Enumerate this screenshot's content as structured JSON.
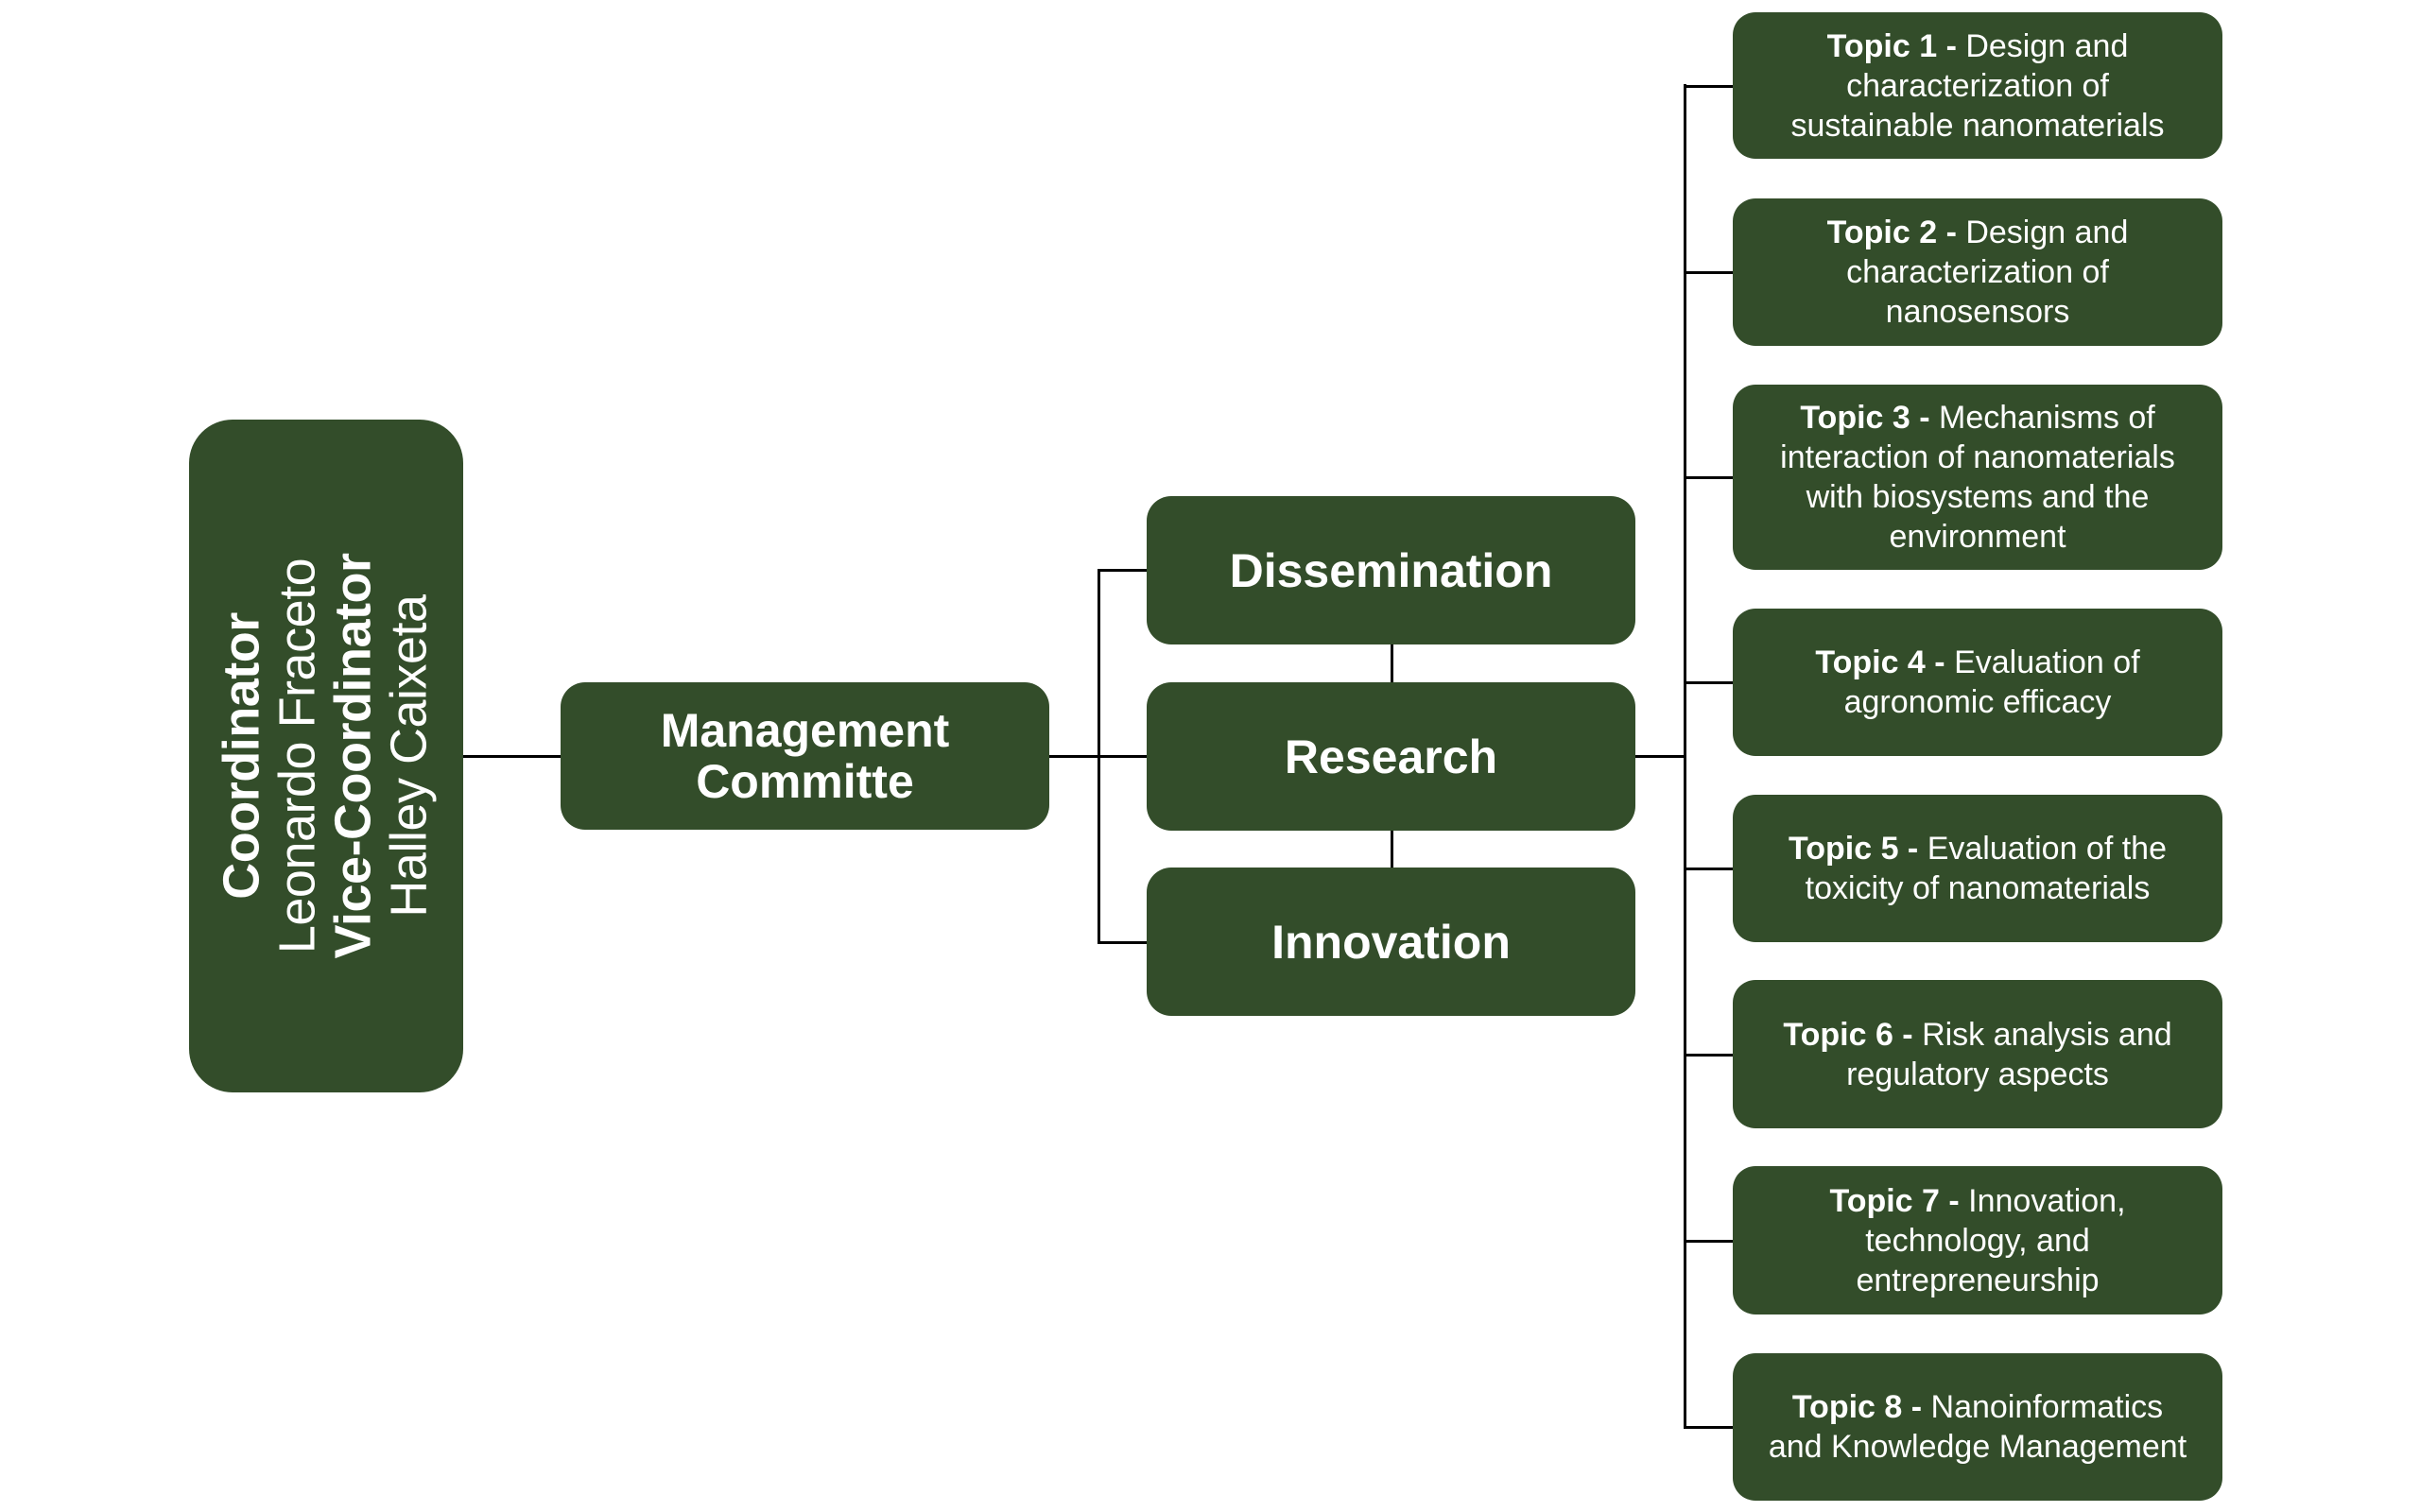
{
  "coordinator": {
    "coordinator_title": "Coordinator",
    "coordinator_name": "Leonardo Fraceto",
    "vice_title": "Vice-Coordinator",
    "vice_name": "Halley Caixeta"
  },
  "management": {
    "line1": "Management",
    "line2": "Committe"
  },
  "areas": [
    {
      "label": "Dissemination"
    },
    {
      "label": "Research"
    },
    {
      "label": "Innovation"
    }
  ],
  "topics": [
    {
      "number": "Topic 1 -",
      "lines": [
        "Design and",
        "characterization of",
        "sustainable nanomaterials"
      ]
    },
    {
      "number": "Topic 2 -",
      "lines": [
        "Design and",
        "characterization of",
        "nanosensors"
      ]
    },
    {
      "number": "Topic 3 -",
      "lines": [
        "Mechanisms of",
        "interaction of nanomaterials",
        "with biosystems and the",
        "environment"
      ]
    },
    {
      "number": "Topic 4 -",
      "lines": [
        "Evaluation of",
        "agronomic efficacy"
      ]
    },
    {
      "number": "Topic 5 -",
      "lines": [
        "Evaluation of the",
        "toxicity of nanomaterials"
      ]
    },
    {
      "number": "Topic 6 -",
      "lines": [
        "Risk analysis and",
        "regulatory aspects"
      ]
    },
    {
      "number": "Topic 7 -",
      "lines": [
        "Innovation,",
        "technology, and",
        "entrepreneurship"
      ]
    },
    {
      "number": "Topic 8 -",
      "lines": [
        "Nanoinformatics",
        "and Knowledge Management"
      ]
    }
  ],
  "colors": {
    "node_fill": "#334d2a",
    "node_text": "#ffffff",
    "connector": "#000000"
  }
}
